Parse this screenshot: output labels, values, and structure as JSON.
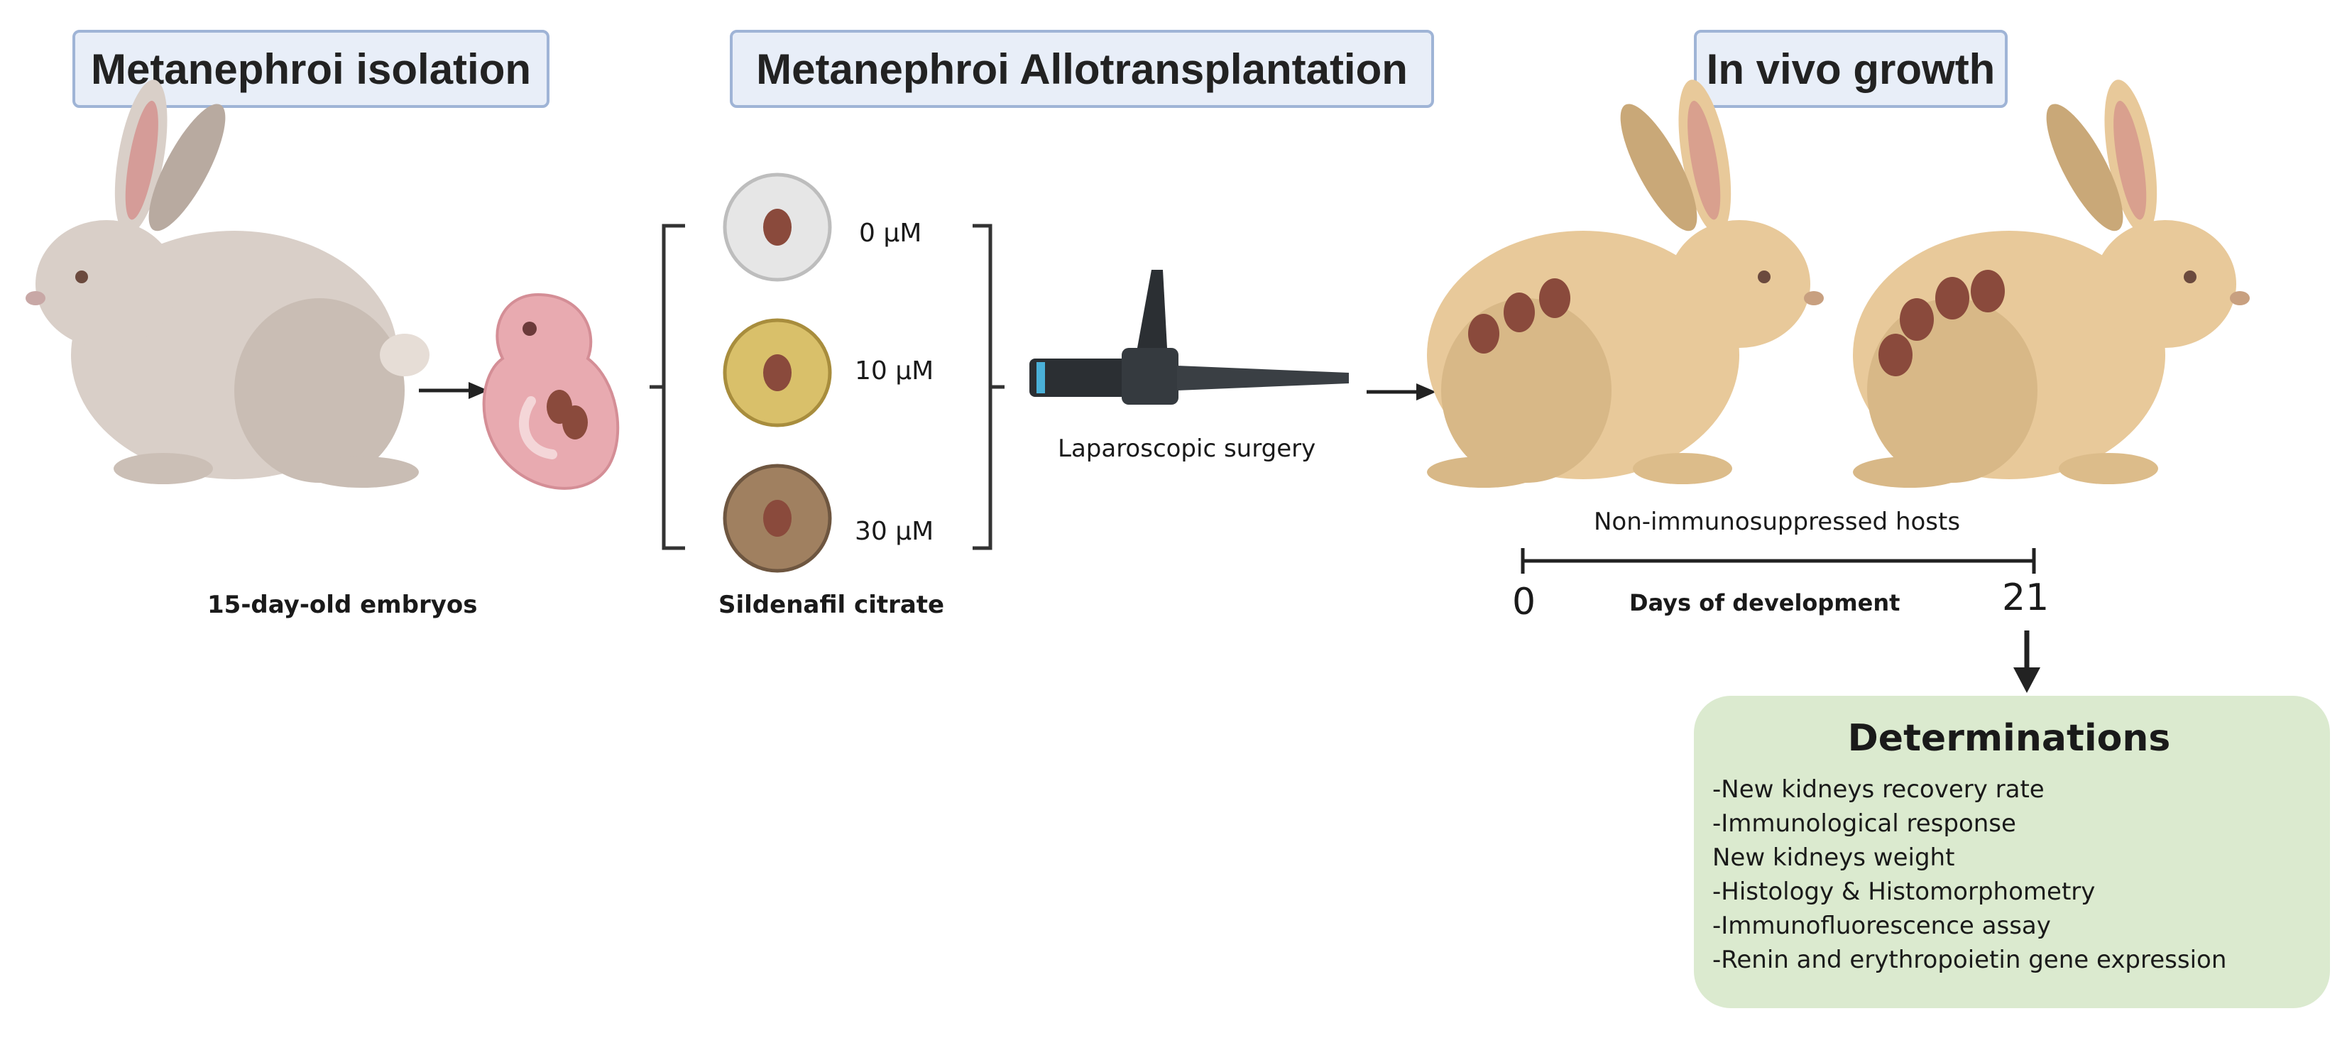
{
  "stages": [
    {
      "title": "Metanephroi isolation"
    },
    {
      "title": "Metanephroi Allotransplantation"
    },
    {
      "title": "In vivo growth"
    }
  ],
  "embryo_label": "15-day-old embryos",
  "concentrations": [
    "0 µM",
    "10 µM",
    "30 µM"
  ],
  "treatment_label": "Sildenafil citrate",
  "surgery_label": "Laparoscopic surgery",
  "hosts_label": "Non-immunosuppressed hosts",
  "timeline": {
    "start": "0",
    "end": "21",
    "label": "Days of development"
  },
  "determinations": {
    "title": "Determinations",
    "items": [
      "-New kidneys recovery rate",
      "-Immunological response",
      "New kidneys weight",
      "-Histology & Histomorphometry",
      "-Immunofluorescence assay",
      "-Renin and erythropoietin gene expression"
    ]
  },
  "colors": {
    "stage_box_fill": "#e8eef8",
    "stage_box_border": "#9fb4d6",
    "donor_rabbit": "#d9cfc8",
    "host_rabbit": "#e8c99a",
    "embryo": "#e8aab0",
    "kidney": "#8a4a3c",
    "dish_0": "#e6e6e6",
    "dish_10": "#d9c06a",
    "dish_30": "#a08060",
    "determinations_fill": "#dbeacf"
  },
  "icons": [
    "donor-rabbit-icon",
    "embryo-icon",
    "petri-dish-icon",
    "laparoscope-icon",
    "host-rabbit-icon",
    "arrow-icon"
  ]
}
